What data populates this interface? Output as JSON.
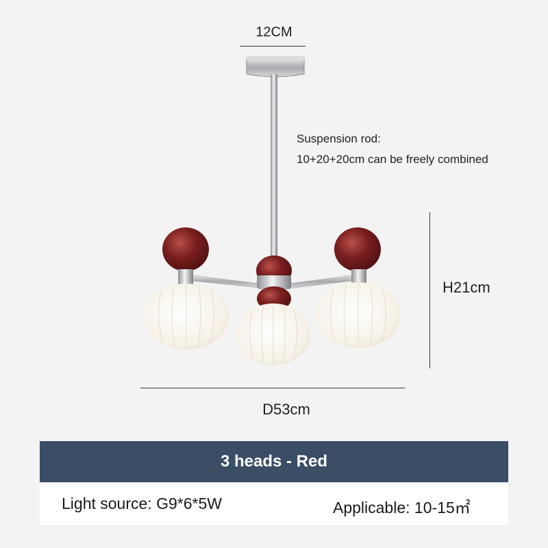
{
  "dimensions": {
    "canopy_width": "12CM",
    "suspension_title": "Suspension rod:",
    "suspension_detail": "10+20+20cm can be freely combined",
    "height": "H21cm",
    "diameter": "D53cm"
  },
  "variant": {
    "title": "3 heads - Red"
  },
  "specs": {
    "light_source": "Light source: G9*6*5W",
    "applicable": "Applicable: 10-15㎡"
  },
  "colors": {
    "background": "#f3f3f3",
    "banner": "#3c4d66",
    "shade_red": "#7a1f1f",
    "glass": "#f5f0e6",
    "chrome": "#c8c8cc"
  }
}
